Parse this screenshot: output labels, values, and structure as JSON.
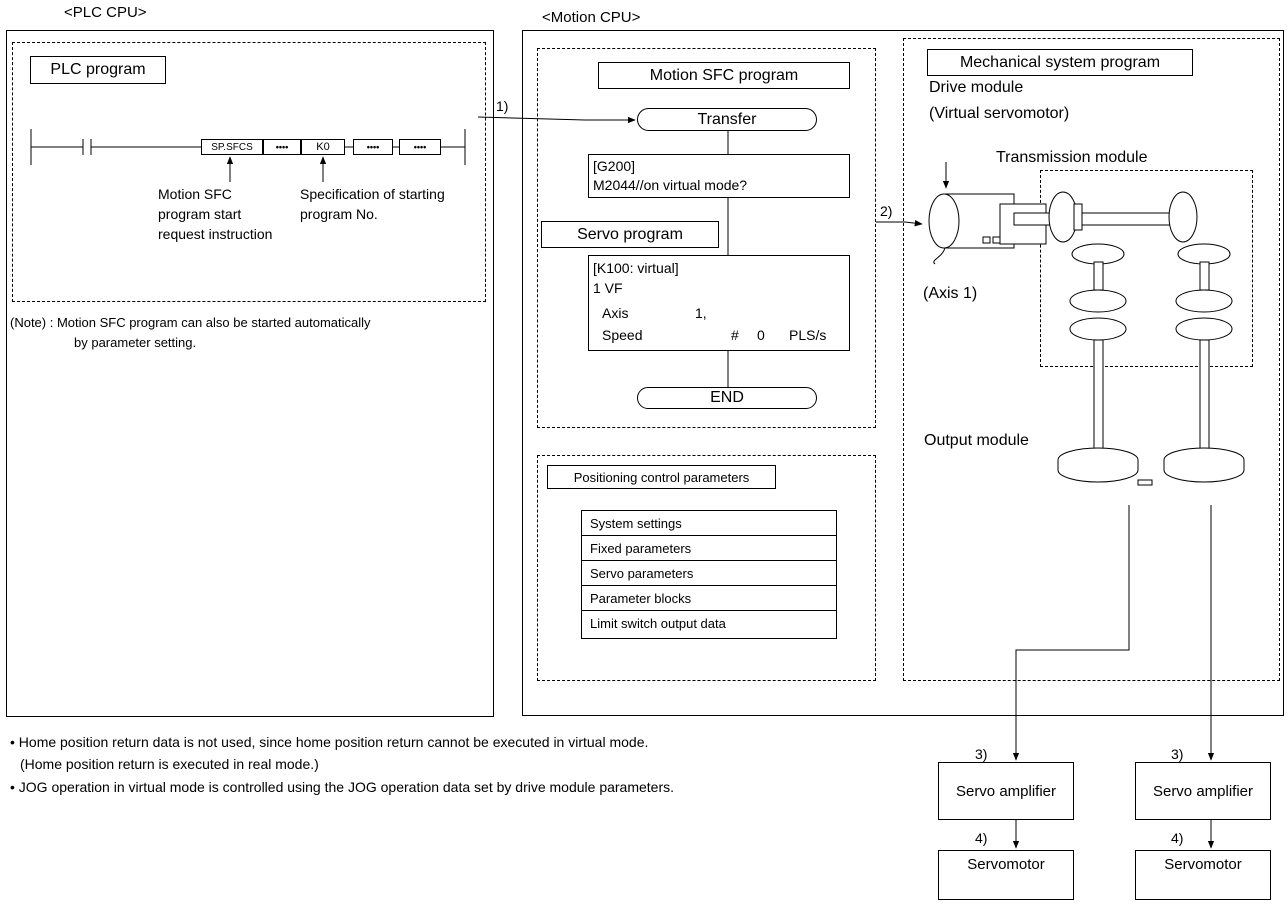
{
  "plc": {
    "heading": "<PLC CPU>",
    "program_label": "PLC program",
    "instr": [
      "SP.SFCS",
      "••••",
      "K0",
      "••••",
      "••••"
    ],
    "note_start": [
      "Motion SFC",
      "program start",
      "request instruction"
    ],
    "note_spec": [
      "Specification of starting",
      "program No."
    ],
    "footnote_1": "(Note) : Motion SFC program can also be started automatically",
    "footnote_2": "by parameter setting."
  },
  "motion": {
    "heading": "<Motion CPU>",
    "sfc_label": "Motion SFC program",
    "transfer": "Transfer",
    "g200_1": "[G200]",
    "g200_2": "M2044//on virtual mode?",
    "servo_program": "Servo program",
    "k100": [
      "[K100: virtual]",
      "1 VF"
    ],
    "axis_key": "Axis",
    "axis_val": "1,",
    "speed_key": "Speed",
    "speed_hash": "#",
    "speed_val": "0",
    "speed_unit": "PLS/s",
    "end": "END",
    "positioning_label": "Positioning control parameters",
    "params": [
      "System settings",
      "Fixed parameters",
      "Servo parameters",
      "Parameter blocks",
      "Limit switch output data"
    ]
  },
  "mech": {
    "label": "Mechanical system program",
    "drive_1": "Drive module",
    "drive_2": "(Virtual servomotor)",
    "transmission": "Transmission module",
    "axis": "(Axis 1)",
    "output": "Output module"
  },
  "steps": {
    "s1": "1)",
    "s2": "2)",
    "s3a": "3)",
    "s3b": "3)",
    "s4a": "4)",
    "s4b": "4)"
  },
  "devices": {
    "amp_left": "Servo amplifier",
    "amp_right": "Servo amplifier",
    "motor_left": "Servomotor",
    "motor_right": "Servomotor"
  },
  "notes": [
    "• Home position return data is not used, since home position return cannot be executed in virtual mode.",
    "(Home position return is executed in real mode.)",
    "• JOG operation in virtual mode is controlled using the JOG operation data set by drive module parameters."
  ]
}
